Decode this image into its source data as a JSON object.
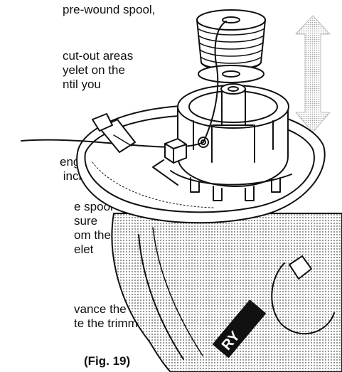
{
  "text_lines": [
    "pre-wound spool,",
    "cut-out areas",
    "yelet on the",
    "ntil you",
    "ength",
    " inches).",
    "e spool",
    "sure",
    "om the",
    "elet",
    "vance the",
    "te the trimmer."
  ],
  "figure_label": "(Fig. 19)",
  "brand_fragment": "RY"
}
